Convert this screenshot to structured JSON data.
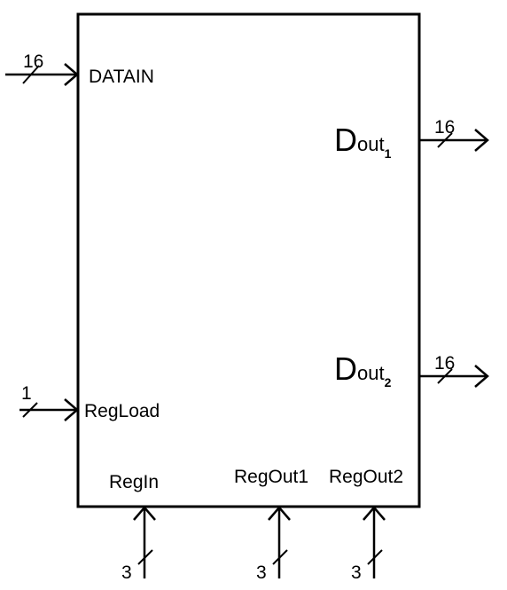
{
  "block": {
    "inputs": {
      "datain": {
        "label": "DATAIN",
        "width": "16"
      },
      "regload": {
        "label": "RegLoad",
        "width": "1"
      },
      "regin": {
        "label": "RegIn",
        "width": "3"
      },
      "regout1": {
        "label": "RegOut1",
        "width": "3"
      },
      "regout2": {
        "label": "RegOut2",
        "width": "3"
      }
    },
    "outputs": {
      "dout1": {
        "base": "D",
        "sub": "out",
        "index": "1",
        "width": "16"
      },
      "dout2": {
        "base": "D",
        "sub": "out",
        "index": "2",
        "width": "16"
      }
    }
  },
  "colors": {
    "line": "#000000",
    "background": "#ffffff"
  }
}
